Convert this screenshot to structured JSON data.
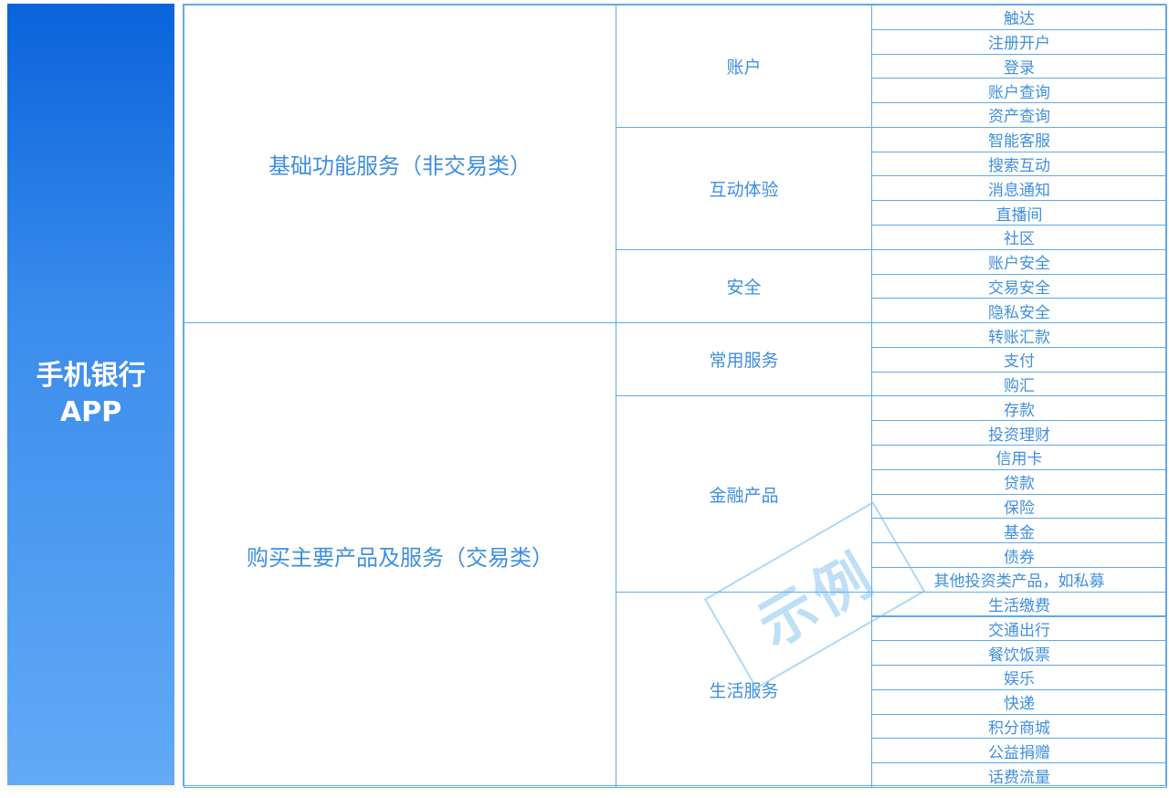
{
  "root": {
    "line1": "手机银行",
    "line2": "APP"
  },
  "categories": [
    {
      "label": "基础功能服务（非交易类）",
      "groups": [
        {
          "label": "账户",
          "items": [
            "触达",
            "注册开户",
            "登录",
            "账户查询",
            "资产查询"
          ]
        },
        {
          "label": "互动体验",
          "items": [
            "智能客服",
            "搜索互动",
            "消息通知",
            "直播间",
            "社区"
          ]
        },
        {
          "label": "安全",
          "items": [
            "账户安全",
            "交易安全",
            "隐私安全"
          ]
        }
      ]
    },
    {
      "label": "购买主要产品及服务（交易类）",
      "groups": [
        {
          "label": "常用服务",
          "items": [
            "转账汇款",
            "支付",
            "购汇"
          ]
        },
        {
          "label": "金融产品",
          "items": [
            "存款",
            "投资理财",
            "信用卡",
            "贷款",
            "保险",
            "基金",
            "债券",
            "其他投资类产品，如私募"
          ]
        },
        {
          "label": "生活服务",
          "items": [
            "生活缴费",
            "交通出行",
            "餐饮饭票",
            "娱乐",
            "快递",
            "积分商城",
            "公益捐赠",
            "话费流量"
          ]
        }
      ]
    }
  ],
  "watermark": "示例"
}
